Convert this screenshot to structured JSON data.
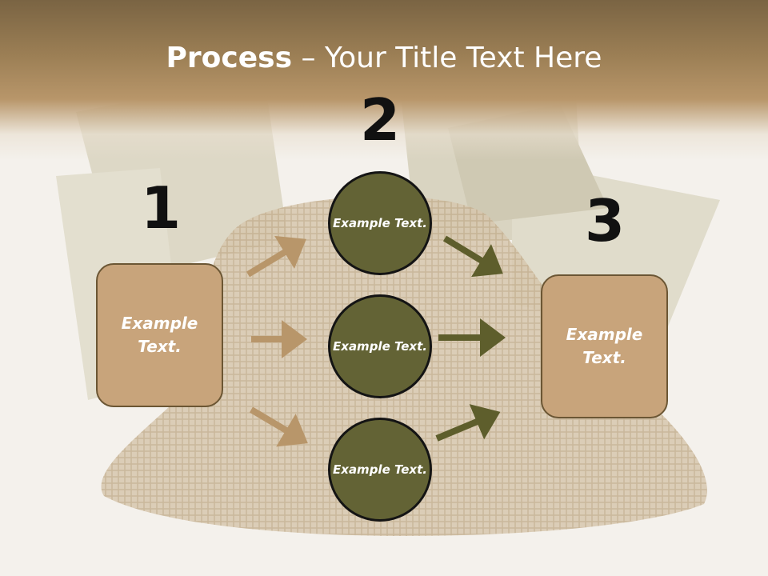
{
  "slide": {
    "title_bold": "Process",
    "title_rest": " – Your Title Text Here",
    "step1_number": "1",
    "step2_number": "2",
    "step3_number": "3",
    "left_box_text": "Example Text.",
    "right_box_text": "Example Text.",
    "circles": [
      {
        "text": "Example Text."
      },
      {
        "text": "Example Text."
      },
      {
        "text": "Example Text."
      }
    ],
    "colors": {
      "title_band": "#9c7f55",
      "box_fill": "#c8a47b",
      "circle_fill": "#636335",
      "arrow_left": "#b8966a",
      "arrow_right": "#5e5e2c"
    }
  }
}
